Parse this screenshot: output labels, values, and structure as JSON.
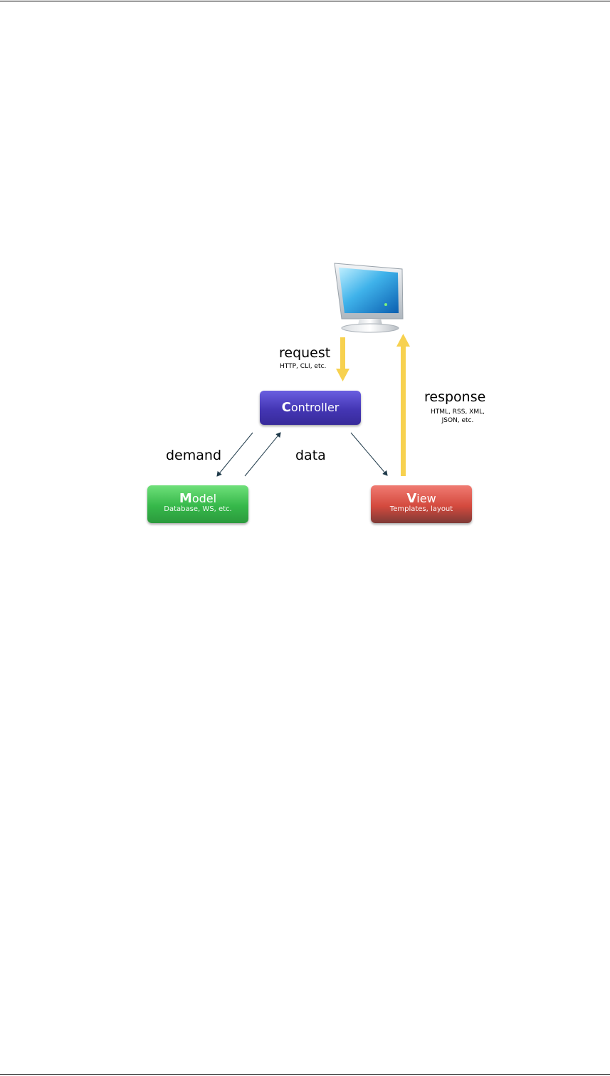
{
  "labels": {
    "request": "request",
    "request_sub": "HTTP, CLI, etc.",
    "response": "response",
    "response_sub_line1": "HTML, RSS, XML,",
    "response_sub_line2": "JSON, etc.",
    "demand": "demand",
    "data": "data"
  },
  "nodes": {
    "controller": {
      "initial": "C",
      "rest": "ontroller"
    },
    "model": {
      "initial": "M",
      "rest": "odel",
      "sub": "Database, WS, etc."
    },
    "view": {
      "initial": "V",
      "rest": "iew",
      "sub": "Templates, layout"
    }
  },
  "colors": {
    "controller": "#4436b4",
    "model": "#36b84a",
    "view": "#d44a3e",
    "flow_arrow": "#f7d14f",
    "data_arrow": "#1f3a4a"
  },
  "icons": {
    "client": "monitor-icon"
  }
}
